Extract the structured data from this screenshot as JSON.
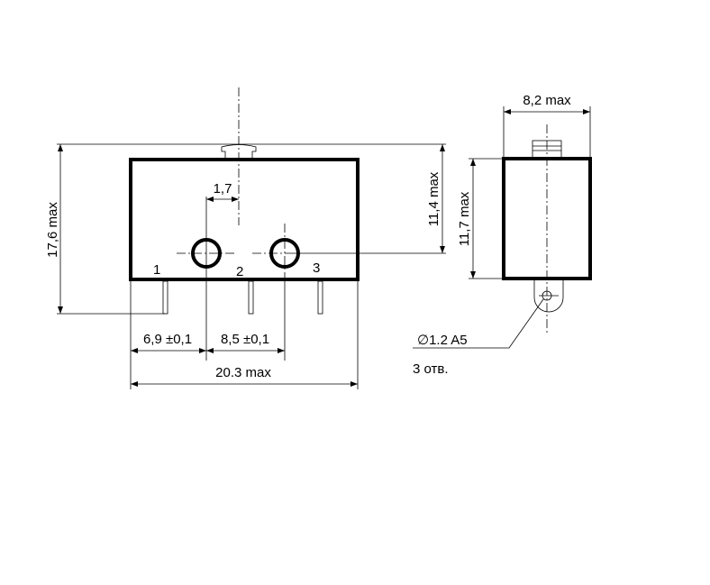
{
  "front_view": {
    "pin_labels": [
      "1",
      "2",
      "3"
    ],
    "dim_height_total": "17,6 max",
    "dim_actuator_offset": "1,7",
    "dim_pin1_to_hole": "6,9 ±0,1",
    "dim_hole_spacing": "8,5 ±0,1",
    "dim_width": "20.3 max",
    "dim_hole_height": "11,4 max"
  },
  "side_view": {
    "dim_width": "8,2 max",
    "dim_height": "11,7 max",
    "hole_callout": "∅1.2 A5",
    "hole_count": "3 отв."
  }
}
